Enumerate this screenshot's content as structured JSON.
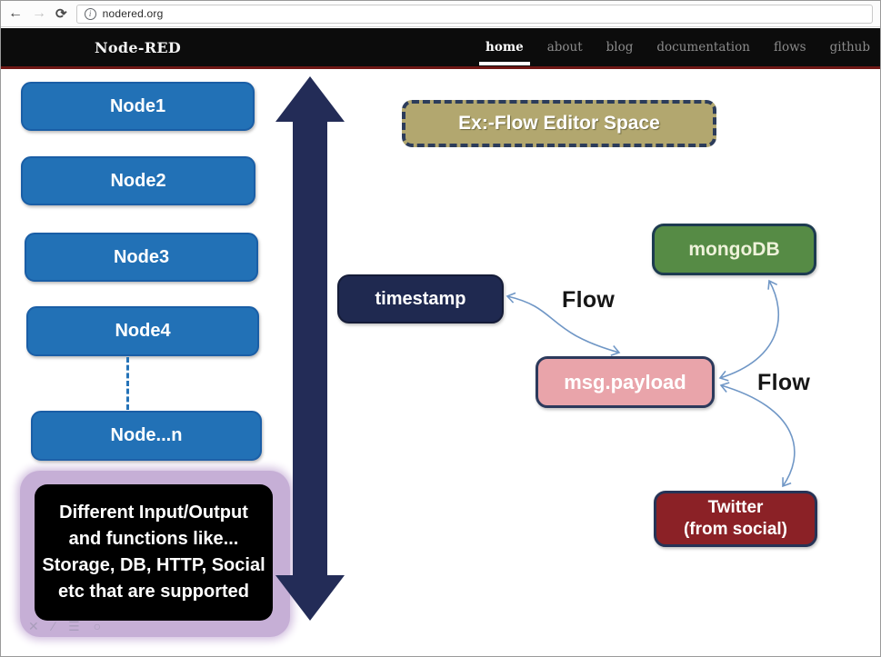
{
  "browser": {
    "back_glyph": "←",
    "forward_glyph": "→",
    "refresh_glyph": "⟳",
    "info_glyph": "i",
    "url": "nodered.org"
  },
  "navbar": {
    "brand": "Node-RED",
    "items": [
      {
        "label": "home",
        "active": true
      },
      {
        "label": "about",
        "active": false
      },
      {
        "label": "blog",
        "active": false
      },
      {
        "label": "documentation",
        "active": false
      },
      {
        "label": "flows",
        "active": false
      },
      {
        "label": "github",
        "active": false
      }
    ]
  },
  "diagram": {
    "nodes": [
      "Node1",
      "Node2",
      "Node3",
      "Node4",
      "Node...n"
    ],
    "flow_editor_label": "Ex:-Flow Editor Space",
    "boxes": {
      "timestamp": "timestamp",
      "msg_payload": "msg.payload",
      "mongodb": "mongoDB",
      "twitter_line1": "Twitter",
      "twitter_line2": "(from social)"
    },
    "flow_labels": [
      "Flow",
      "Flow"
    ],
    "caption_lines": [
      "Different Input/Output",
      "and functions like...",
      "Storage, DB, HTTP, Social",
      "etc that are supported"
    ],
    "watermark_glyphs": [
      "✕",
      "∕",
      "☰",
      "○"
    ],
    "colors": {
      "node_blue": "#2271b6",
      "node_blue_border": "#1a5ea6",
      "navy_arrow": "#232c57",
      "khaki_editor": "#b2a76f",
      "mongodb_green": "#568b45",
      "payload_pink": "#e9a4aa",
      "twitter_red": "#8b2126",
      "timestamp_navy": "#1f2950",
      "purple_glow": "#c6afd6",
      "connector_blue": "#7097c6",
      "nav_red_line": "#6e1715"
    }
  }
}
